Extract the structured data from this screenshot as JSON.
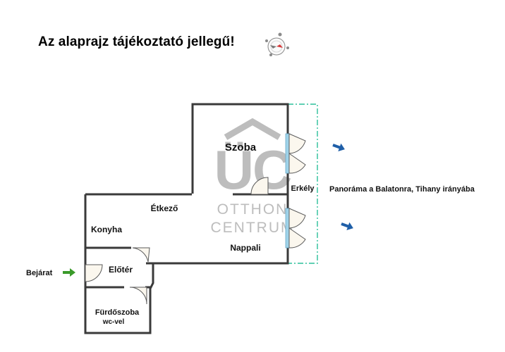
{
  "title": "Az alaprajz tájékoztató jellegű!",
  "watermark": {
    "monogram": "ÜC",
    "line1": "OTTHON",
    "line2": "CENTRUM",
    "color": "#bdbdbd"
  },
  "rooms": {
    "szoba": "Szoba",
    "etkezo": "Étkező",
    "konyha": "Konyha",
    "nappali": "Nappali",
    "eloter": "Előtér",
    "furdoszoba": "Fürdőszoba",
    "wc": "wc-vel",
    "erkely": "Erkély"
  },
  "annotations": {
    "bejarat": "Bejárat",
    "panorama": "Panoráma a Balatonra, Tihany irányába"
  },
  "colors": {
    "wall": "#3a3a3a",
    "balcony": "#2bbf9a",
    "entrance_arrow": "#3a9a2a",
    "view_arrow": "#1f5fa8",
    "window": "#9fd3ea"
  },
  "icons": {
    "compass": "compass-icon"
  }
}
